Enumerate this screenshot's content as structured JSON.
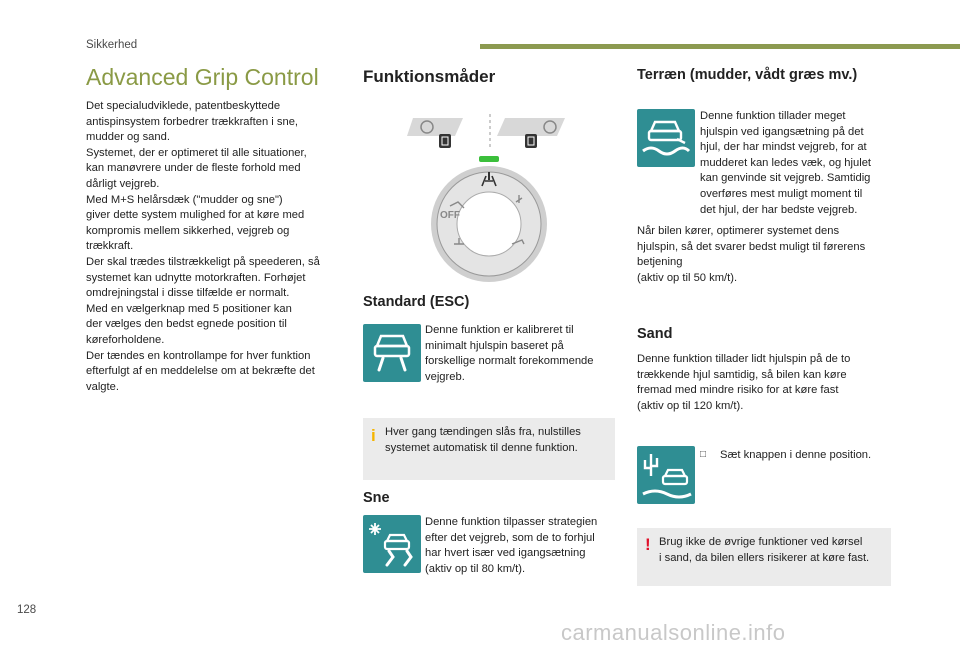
{
  "header": {
    "section": "Sikkerhed"
  },
  "left": {
    "title": "Advanced Grip Control",
    "body": "Det specialudviklede, patentbeskyttede\nantispinsystem forbedrer trækkraften i sne,\nmudder og sand.\nSystemet, der er optimeret til alle situationer,\nkan manøvrere under de fleste forhold med\ndårligt vejgreb.\nMed M+S helårsdæk (\"mudder og sne\")\ngiver dette system mulighed for at køre med\nkompromis mellem sikkerhed, vejgreb og\ntrækkraft.\nDer skal trædes tilstrækkeligt på speederen, så\nsystemet kan udnytte motorkraften. Forhøjet\nomdrejningstal i disse tilfælde er normalt.\nMed en vælgerknap med 5 positioner kan\nder vælges den bedst egnede position til\nkøreforholdene.\nDer tændes en kontrollampe for hver funktion\nefterfulgt af en meddelelse om at bekræfte det\nvalgte."
  },
  "middle": {
    "title": "Funktionsmåder",
    "knob": {
      "off_label": "OFF"
    },
    "standard": {
      "title": "Standard (ESC)",
      "text": "Denne funktion er kalibreret til\nminimalt hjulspin baseret på\nforskellige normalt forekommende\nvejgreb."
    },
    "info_note": "Hver gang tændingen slås fra, nulstilles\nsystemet automatisk til denne funktion.",
    "snow": {
      "title": "Sne",
      "text": "Denne funktion tilpasser strategien\nefter det vejgreb, som de to forhjul\nhar hvert især ved igangsætning\n(aktiv op til 80 km/t)."
    }
  },
  "right": {
    "terrain": {
      "title": "Terræn (mudder, vådt græs mv.)",
      "text": "Denne funktion tillader meget\nhjulspin ved igangsætning på det\nhjul, der har mindst vejgreb, for at\nmudderet kan ledes væk, og hjulet\nkan genvinde sit vejgreb. Samtidig\noverføres mest muligt moment til\ndet hjul, der har bedste vejgreb.",
      "text2": "Når bilen kører, optimerer systemet dens\nhjulspin, så det svarer bedst muligt til førerens\nbetjening\n(aktiv op til 50 km/t)."
    },
    "sand": {
      "title": "Sand",
      "text": "Denne funktion tillader lidt hjulspin på de to\ntrækkende hjul samtidig, så bilen kan køre\nfremad med mindre risiko for at køre fast\n(aktiv op til 120 km/t).",
      "bullet": "Sæt knappen i denne position."
    },
    "warning_note": "Brug ikke de øvrige funktioner ved kørsel\ni sand, da bilen ellers risikerer at køre fast."
  },
  "footer": {
    "page_number": "128",
    "watermark": "carmanualsonline.info"
  },
  "colors": {
    "accent": "#8a9a45",
    "tile": "#2f8e93",
    "info": "#f5b400",
    "warning": "#e0102a"
  }
}
